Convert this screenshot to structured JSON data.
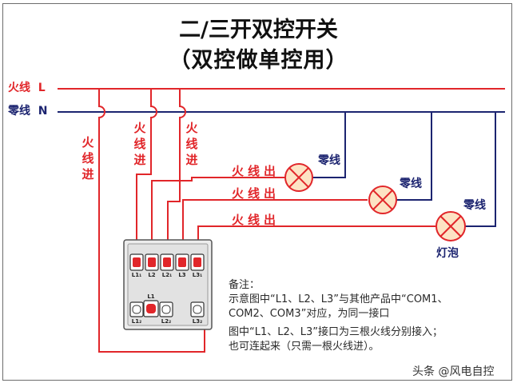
{
  "title": {
    "main": "二/三开双控开关",
    "sub": "（双控做单控用）"
  },
  "bus": {
    "live": {
      "label_cn": "火线",
      "label_en": "L"
    },
    "neutral": {
      "label_cn": "零线",
      "label_en": "N"
    }
  },
  "feed_labels": [
    "火线进",
    "火线进",
    "火线进"
  ],
  "out_labels": [
    "火线出",
    "火线出",
    "火线出"
  ],
  "lamp_neutral_labels": [
    "零线",
    "零线",
    "零线"
  ],
  "lamp_label": "灯泡",
  "switch": {
    "top_terminals": [
      "L1₁",
      "L2",
      "L2₁",
      "L3",
      "L3₁"
    ],
    "bottom_center_label": "L1",
    "bottom_terminals": [
      "L1₂",
      "L2₂",
      "L3₂"
    ]
  },
  "notes": {
    "heading": "备注：",
    "lines": [
      "示意图中“L1、L2、L3”与其他产品中“COM1、",
      "COM2、COM3”对应，为同一接口",
      "图中“L1、L2、L3”接口为三根火线分别接入；",
      "也可连起来（只需一根火线进）。"
    ]
  },
  "watermark": "头条 @风电自控",
  "colors": {
    "live_wire": "#e1262a",
    "neutral_wire": "#1c2470",
    "lamp_fill": "#fde3c4",
    "switch_plate": "#e6e6e6"
  }
}
